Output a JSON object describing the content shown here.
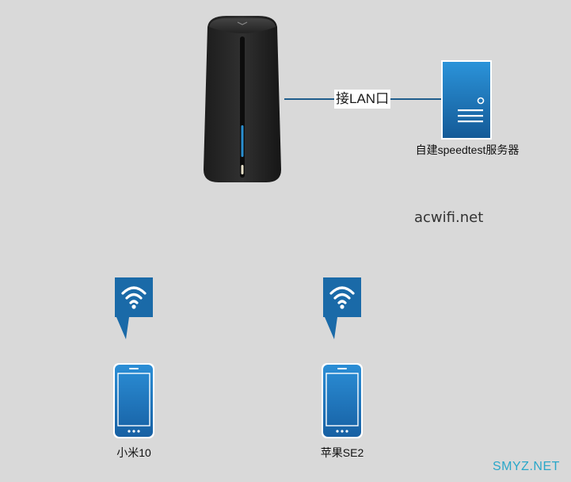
{
  "diagram": {
    "link_label": "接LAN口",
    "server_label": "自建speedtest服务器",
    "watermark_center": "acwifi.net",
    "watermark_corner": "SMYZ.NET",
    "devices": [
      {
        "label": "小米10",
        "icon": "smartphone-icon"
      },
      {
        "label": "苹果SE2",
        "icon": "smartphone-icon"
      }
    ],
    "icons": {
      "router": "router-icon",
      "server": "server-icon",
      "wifi": "wifi-signal-icon"
    },
    "colors": {
      "background": "#d9d9d9",
      "link_line": "#1f5d8c",
      "accent_blue": "#1b75bb",
      "badge_blue": "#1a6aa8",
      "watermark_corner": "#2aa7c9"
    }
  }
}
